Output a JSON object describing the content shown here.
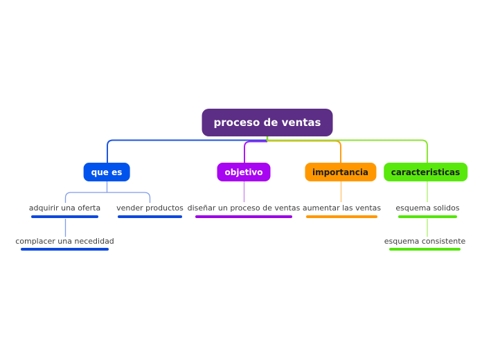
{
  "root": {
    "label": "proceso de ventas",
    "fill": "#5c2e85",
    "text_color": "#ffffff",
    "stem_color": "#7fdf1e"
  },
  "branches": [
    {
      "label": "que es",
      "fill": "#0053ec",
      "text_color": "#ffffff",
      "line_color": "#1c55e2",
      "underline_color": "#0d48dd",
      "sub_line_color": "#7e9ce9",
      "children": [
        {
          "label": "adquirir una oferta",
          "children": [
            {
              "label": "complacer una necedidad"
            }
          ]
        },
        {
          "label": "vender productos"
        }
      ]
    },
    {
      "label": "objetivo",
      "fill": "#a805f2",
      "text_color": "#ffffff",
      "line_color": "#ab1af2",
      "underline_color": "#9b04e6",
      "sub_line_color": "#c985f2",
      "children": [
        {
          "label": "diseñar un proceso de ventas"
        }
      ]
    },
    {
      "label": "importancia",
      "fill": "#ff9800",
      "text_color": "#1d1d1d",
      "line_color": "#ff9d14",
      "underline_color": "#ff9800",
      "sub_line_color": "#ffc06b",
      "children": [
        {
          "label": "aumentar las ventas"
        }
      ]
    },
    {
      "label": "caracteristicas",
      "fill": "#58e80c",
      "text_color": "#1d1d1d",
      "line_color": "#8ce432",
      "underline_color": "#54e60a",
      "sub_line_color": "#abed68",
      "children": [
        {
          "label": "esquema solidos",
          "children": [
            {
              "label": "esquema consistente"
            }
          ]
        }
      ]
    }
  ]
}
